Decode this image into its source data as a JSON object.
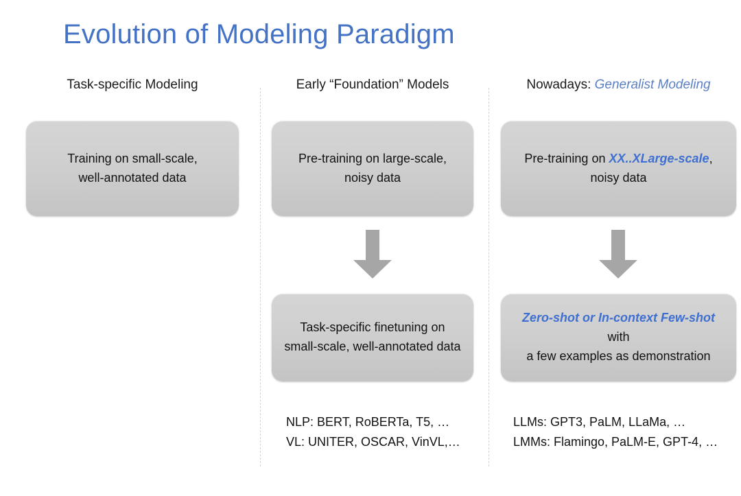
{
  "slide": {
    "title": "Evolution of Modeling Paradigm",
    "title_color": "#4472c4",
    "background_color": "#ffffff",
    "accent_color": "#3f6fd0",
    "box_color": "#cfcfcf",
    "arrow_color": "#a6a6a6",
    "divider_color": "#d2d2d2"
  },
  "columns": [
    {
      "header": {
        "plain": "Task-specific Modeling",
        "accent": ""
      },
      "box_top": {
        "line1_plain": "Training on small-scale,",
        "line1_accent": "",
        "line2": "well-annotated data"
      },
      "has_arrow": false,
      "box_bottom": null,
      "examples": []
    },
    {
      "header": {
        "plain": "Early “Foundation” Models",
        "accent": ""
      },
      "box_top": {
        "line1_plain": "Pre-training on large-scale,",
        "line1_accent": "",
        "line2": "noisy data"
      },
      "has_arrow": true,
      "box_bottom": {
        "line1": "Task-specific finetuning on",
        "line2": "small-scale, well-annotated data"
      },
      "examples": [
        "NLP: BERT, RoBERTa, T5, …",
        "VL: UNITER, OSCAR, VinVL,…"
      ]
    },
    {
      "header": {
        "plain": "Nowadays: ",
        "accent": "Generalist Modeling"
      },
      "box_top": {
        "line1_prefix": "Pre-training on ",
        "line1_accent": "XX..XLarge-scale",
        "line1_suffix": ",",
        "line2": "noisy data"
      },
      "has_arrow": true,
      "box_bottom": {
        "line1_accent": "Zero-shot or In-context Few-shot",
        "line1_suffix": " with",
        "line2": "a few examples as demonstration"
      },
      "examples": [
        "LLMs: GPT3, PaLM, LLaMa, …",
        "LMMs: Flamingo, PaLM-E, GPT-4, …"
      ]
    }
  ],
  "icons": {
    "arrow": "down-arrow-icon"
  }
}
